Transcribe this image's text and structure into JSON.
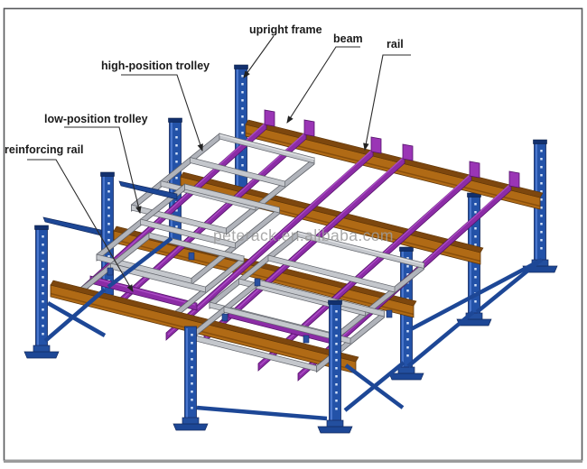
{
  "figure": {
    "type": "technical-diagram",
    "subject": "push-back pallet rack structure",
    "watermark": "peterack.en.alibaba.com",
    "labels": {
      "upright_frame": "upright frame",
      "beam": "beam",
      "rail": "rail",
      "high_trolley": "high-position trolley",
      "low_trolley": "low-position trolley",
      "reinforcing_rail": "reinforcing rail"
    },
    "colors": {
      "upright_blue": "#2352a8",
      "upright_blue_dark": "#14295e",
      "beam_orange": "#b06a15",
      "beam_orange_dark": "#7d470e",
      "rail_purple": "#8c2ca6",
      "rail_purple_dark": "#55126b",
      "trolley_gray": "#b0b3ba",
      "trolley_gray_dark": "#5c5f66",
      "label_text": "#1a1a1a",
      "watermark_gray": "#9b9b9b",
      "border_gray": "#58595b"
    }
  }
}
